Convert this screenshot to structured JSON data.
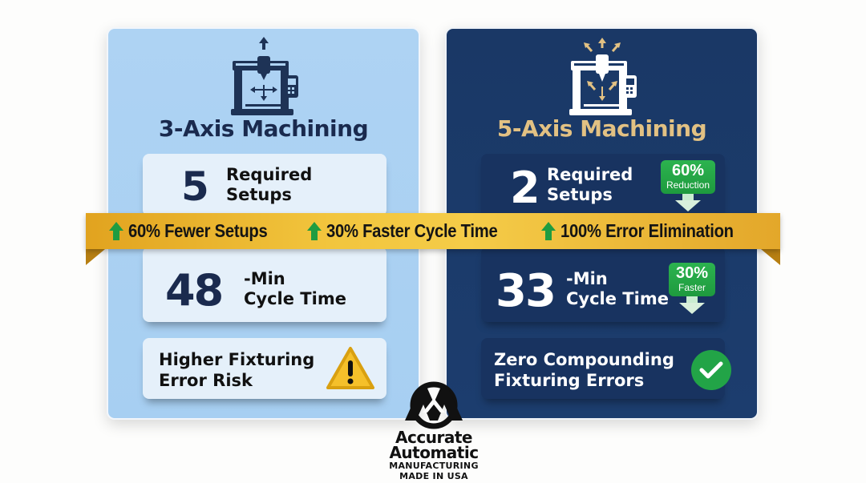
{
  "left_panel": {
    "title": "3-Axis Machining",
    "icon": "cnc-machine-3-axis-icon",
    "setups": {
      "value": "5",
      "label_line1": "Required",
      "label_line2": "Setups"
    },
    "cycle": {
      "value": "48",
      "label_line1": "-Min",
      "label_line2": "Cycle Time"
    },
    "risk": {
      "line1": "Higher Fixturing",
      "line2": "Error Risk",
      "icon": "warning-icon"
    },
    "colors": {
      "background": "#aed3f3",
      "card": "#e5f0fa",
      "title": "#1a2a4e"
    }
  },
  "right_panel": {
    "title": "5-Axis Machining",
    "icon": "cnc-machine-5-axis-icon",
    "setups": {
      "value": "2",
      "label_line1": "Required",
      "label_line2": "Setups",
      "badge": {
        "pct": "60%",
        "sub": "Reduction"
      }
    },
    "cycle": {
      "value": "33",
      "label_line1": "-Min",
      "label_line2": "Cycle Time",
      "badge": {
        "pct": "30%",
        "sub": "Faster"
      }
    },
    "risk": {
      "line1": "Zero Compounding",
      "line2": "Fixturing Errors",
      "icon": "check-icon"
    },
    "colors": {
      "background": "#1a3866",
      "card": "#183360",
      "title": "#e2c183"
    }
  },
  "ribbon": {
    "items": [
      {
        "label": "60% Fewer Setups",
        "icon": "up-arrow-icon"
      },
      {
        "label": "30% Faster Cycle Time",
        "icon": "up-arrow-icon"
      },
      {
        "label": "100% Error Elimination",
        "icon": "up-arrow-icon"
      }
    ],
    "colors": {
      "ribbon": "#f2c53d",
      "arrow": "#1f9c41"
    }
  },
  "logo": {
    "line1": "Accurate",
    "line2": "Automatic",
    "line3": "MANUFACTURING",
    "line4": "MADE IN USA"
  }
}
